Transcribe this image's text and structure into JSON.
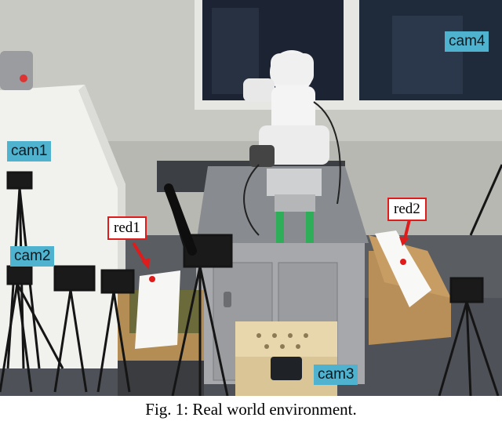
{
  "labels": {
    "cam1": "cam1",
    "cam2": "cam2",
    "cam3": "cam3",
    "cam4": "cam4",
    "red1": "red1",
    "red2": "red2"
  },
  "caption": "Fig. 1: Real world environment.",
  "colors": {
    "cam_label_bg": "#4fb3cf",
    "red_label_border": "#e01b1b",
    "arrow": "#e01b1b"
  }
}
